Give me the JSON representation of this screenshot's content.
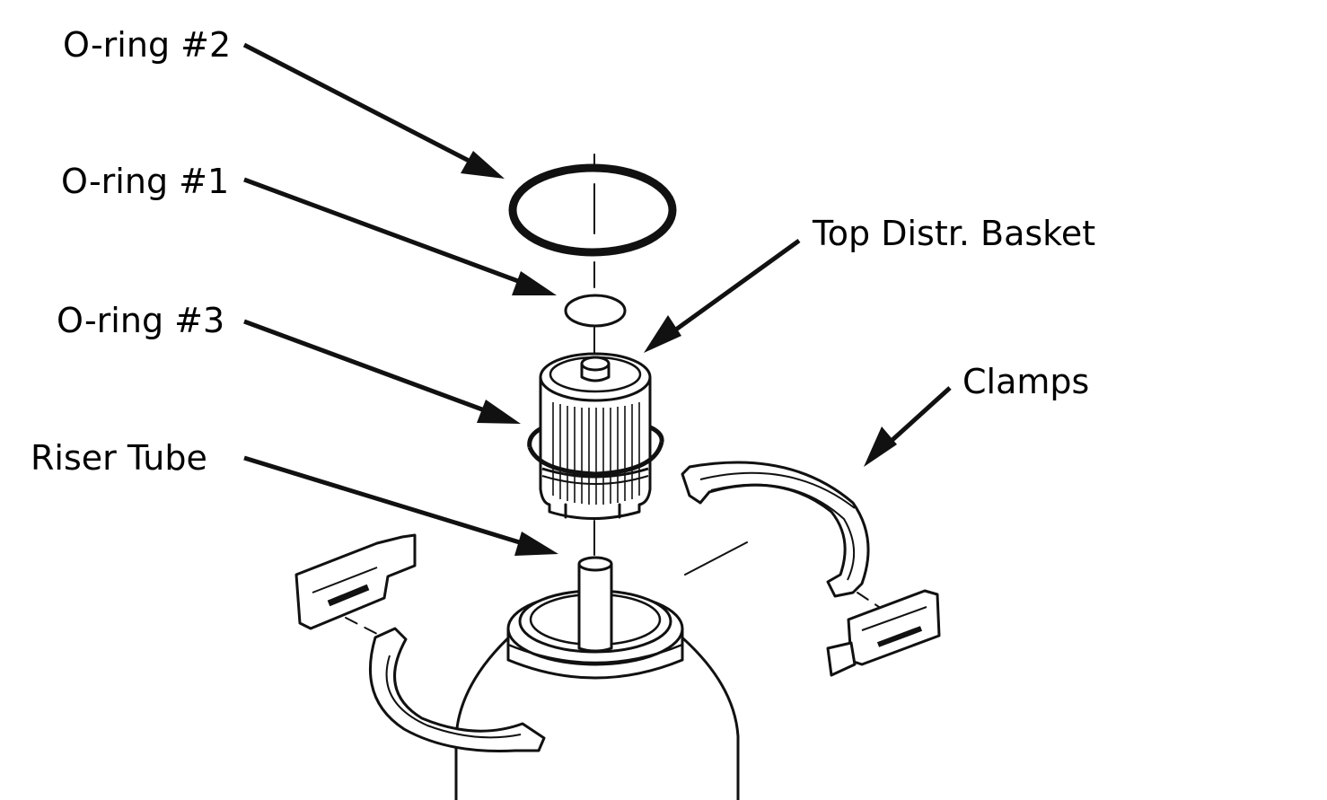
{
  "labels": {
    "oring2": "O-ring #2",
    "oring1": "O-ring #1",
    "oring3": "O-ring #3",
    "riser": "Riser Tube",
    "basket": "Top Distr. Basket",
    "clamps": "Clamps"
  },
  "colors": {
    "ink": "#111111",
    "background": "#ffffff"
  }
}
